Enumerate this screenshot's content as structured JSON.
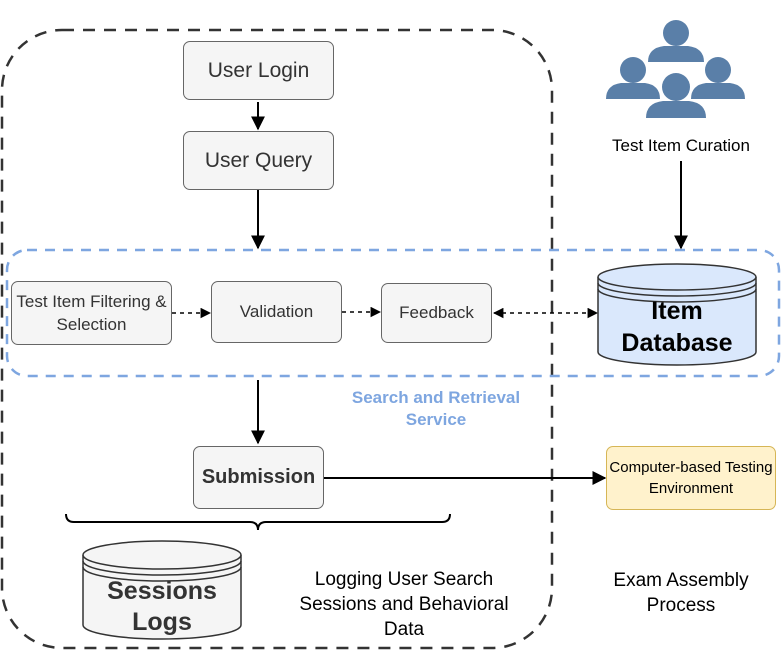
{
  "nodes": {
    "user_login": "User Login",
    "user_query": "User Query",
    "filtering": "Test Item Filtering & Selection",
    "validation": "Validation",
    "feedback": "Feedback",
    "item_database": "Item Database",
    "submission": "Submission",
    "sessions_logs": "Sessions Logs",
    "cbt_environment": "Computer-based Testing Environment"
  },
  "labels": {
    "test_item_curation": "Test Item Curation",
    "search_retrieval": "Search and Retrieval Service",
    "logging": "Logging User Search Sessions and Behavioral Data",
    "exam_assembly": "Exam Assembly Process"
  },
  "icons": {
    "curators": "users-group-icon"
  },
  "colors": {
    "box_fill": "#f5f5f5",
    "box_stroke": "#666666",
    "search_service": "#7ea6e0",
    "database_fill": "#dae8fc",
    "logs_fill": "#f5f5f5",
    "cbt_fill": "#fff2cc",
    "users_icon": "#5a7fa8"
  }
}
